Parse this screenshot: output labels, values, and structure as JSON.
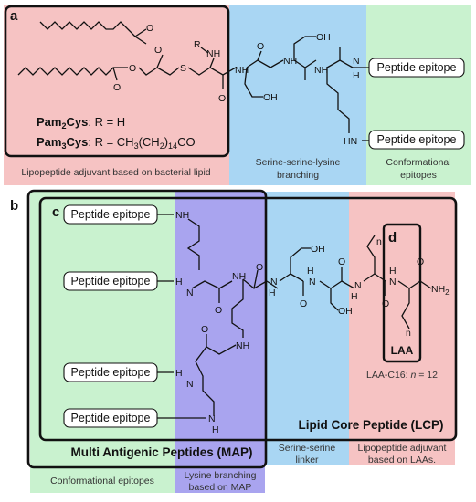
{
  "panels": {
    "a": {
      "letter": "a",
      "pam2cys_name": "Pam",
      "pam2cys_sub": "2",
      "pam2cys_name2": "Cys",
      "pam2cys_def": ": R = H",
      "pam3cys_name": "Pam",
      "pam3cys_sub": "3",
      "pam3cys_name2": "Cys",
      "pam3cys_def_pre": ": R = CH",
      "pam3cys_s1": "3",
      "pam3cys_mid": "(CH",
      "pam3cys_s2": "2",
      "pam3cys_mid2": ")",
      "pam3cys_s3": "14",
      "pam3cys_end": "CO",
      "captions": {
        "lipid": "Lipopeptide adjuvant based on bacterial lipid",
        "branch_l1": "Serine-serine-lysine",
        "branch_l2": "branching",
        "conf_l1": "Conformational",
        "conf_l2": "epitopes"
      },
      "atoms": {
        "O1": "O",
        "O2": "O",
        "O3": "O",
        "O4": "O",
        "O5": "O",
        "O6": "O",
        "OH1": "OH",
        "OH2": "OH",
        "S": "S",
        "R": "R",
        "NH1": "NH",
        "NH2": "NH",
        "NH3": "NH",
        "NH4": "NH",
        "HN": "HN",
        "N": "N",
        "H": "H"
      },
      "epitope_1": "Peptide epitope",
      "epitope_2": "Peptide epitope"
    },
    "b": {
      "letter": "b",
      "captions": {
        "conf": "Conformational epitopes",
        "lys_l1": "Lysine branching",
        "lys_l2": "based on MAP",
        "ser_l1": "Serine-serine",
        "ser_l2": "linker",
        "lipo_l1": "Lipopeptide adjuvant",
        "lipo_l2": "based on LAAs."
      },
      "map_label": "Multi Antigenic Peptides (MAP)",
      "lcp_label": "Lipid Core Peptide (LCP)",
      "atoms": {
        "NH": "NH",
        "HN": "HN",
        "H": "H",
        "N": "N",
        "O": "O",
        "OH": "OH",
        "NH2": "NH",
        "sub2": "2",
        "n": "n"
      }
    },
    "c": {
      "letter": "c",
      "epitopes": [
        "Peptide epitope",
        "Peptide epitope",
        "Peptide epitope",
        "Peptide epitope"
      ]
    },
    "d": {
      "letter": "d",
      "laa": "LAA",
      "laa_c16_pre": "LAA-C16: ",
      "laa_c16_n": "n",
      "laa_c16_post": " = 12"
    }
  },
  "colors": {
    "pink": "#f6c3c3",
    "blue": "#a9d6f3",
    "green": "#c9f2cf",
    "purple": "#a9a4ef",
    "border": "#111111"
  }
}
